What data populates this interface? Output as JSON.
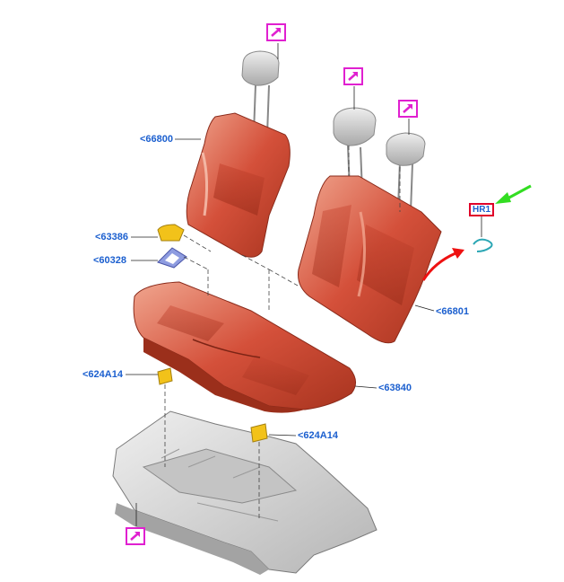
{
  "callouts": {
    "c66800": "<66800",
    "c63386": "<63386",
    "c60328": "<60328",
    "c624A14_left": "<624A14",
    "c63840": "<63840",
    "c624A14_right": "<624A14",
    "c66801": "<66801",
    "hr1": "HR1"
  },
  "icons": {
    "link_icon": "external-link-arrow-icon",
    "pointer_arrow_green": "green-arrow-icon",
    "pointer_arrow_red": "red-curved-arrow-icon"
  },
  "colors": {
    "callout_text": "#1b5fcf",
    "link_icon_border": "#e020d0",
    "hr_box_border": "#e0002a",
    "seat_foam": "#d4503a",
    "headrest": "#c9c9c9",
    "floor_pan": "#d6d6d6",
    "bracket": "#f2c21a",
    "clip": "#7f8fd8",
    "hr_part": "#2aa6b4",
    "green_arrow": "#33dd22",
    "red_arrow": "#ee1111"
  }
}
